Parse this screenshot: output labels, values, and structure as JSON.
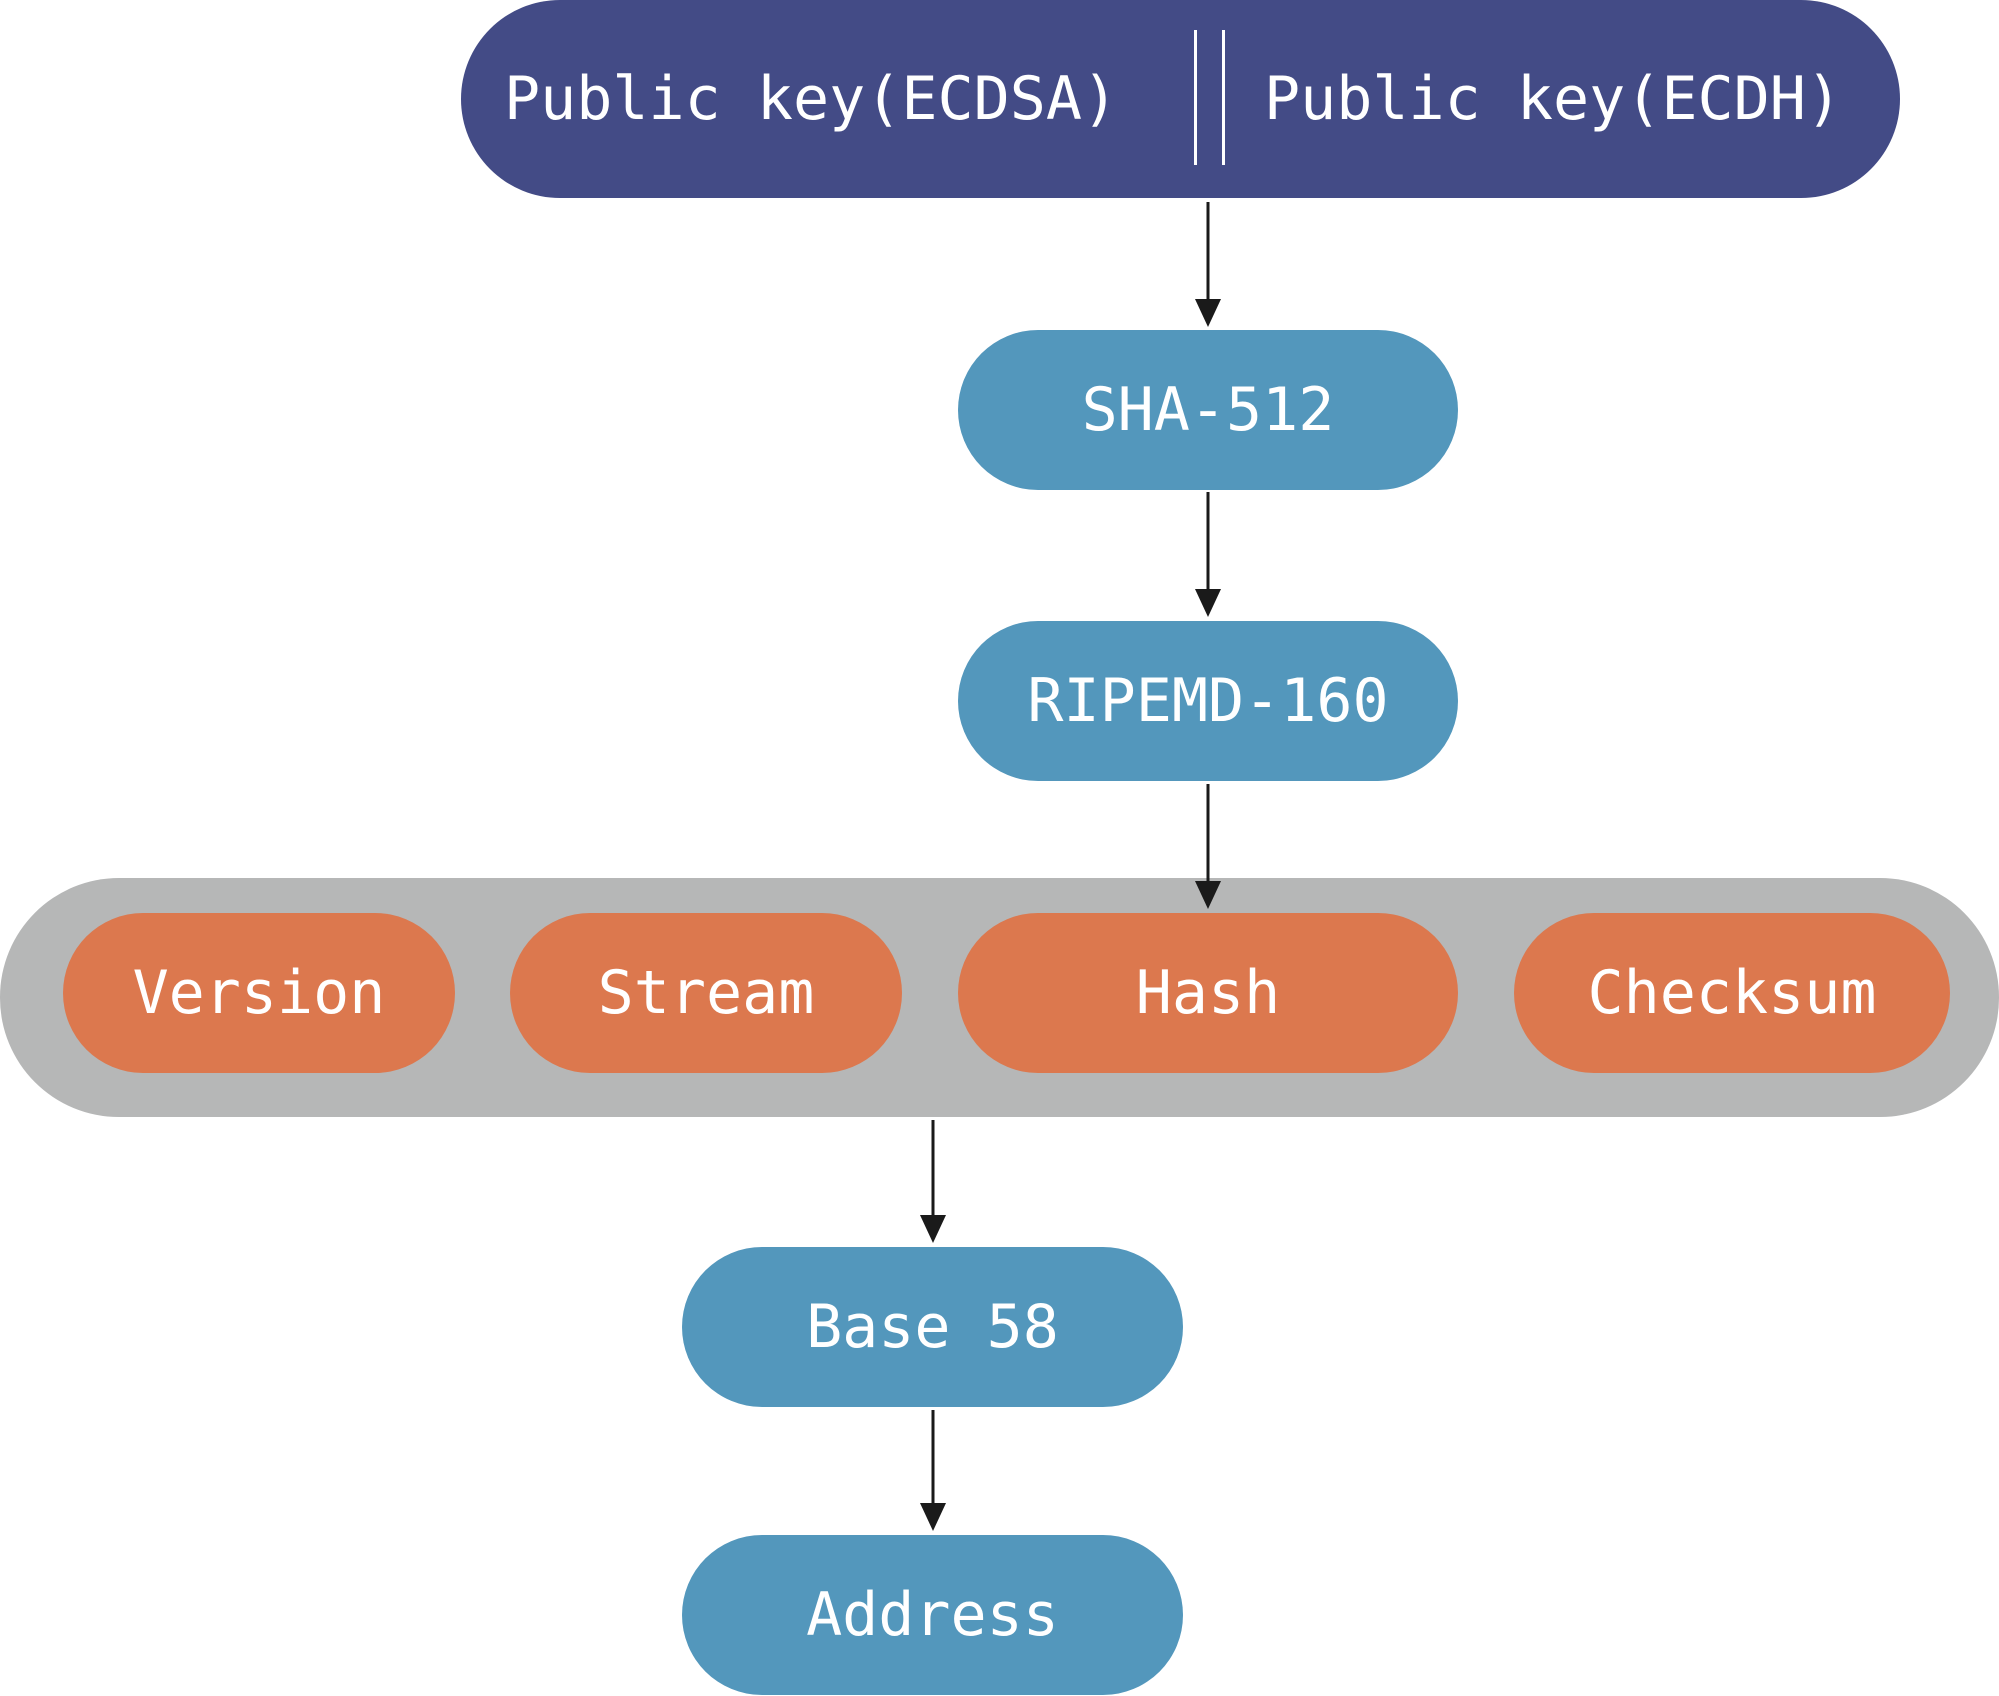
{
  "colors": {
    "top_pill": "#434b86",
    "step_pill": "#5397bc",
    "field_pill": "#dc784e",
    "field_band": "#b6b7b7",
    "text": "#ffffff",
    "arrow": "#1a1a1a"
  },
  "top": {
    "left_label": "Public key(ECDSA)",
    "right_label": "Public key(ECDH)",
    "separator": "||"
  },
  "steps": {
    "sha512": "SHA-512",
    "ripemd160": "RIPEMD-160",
    "base58": "Base 58",
    "address": "Address"
  },
  "fields": {
    "version": "Version",
    "stream": "Stream",
    "hash": "Hash",
    "checksum": "Checksum"
  }
}
